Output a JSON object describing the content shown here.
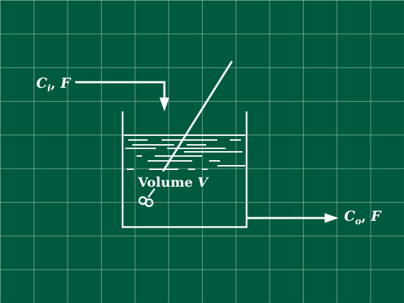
{
  "inlet": {
    "symbol": "C",
    "subscript": "i",
    "separator": ", ",
    "flow": "F"
  },
  "outlet": {
    "symbol": "C",
    "subscript": "o",
    "separator": ", ",
    "flow": "F"
  },
  "tank": {
    "volume_word": "Volume",
    "volume_symbol": "V"
  },
  "colors": {
    "background": "#005a40",
    "grid": "#bedccd",
    "ink": "#ffffff"
  }
}
